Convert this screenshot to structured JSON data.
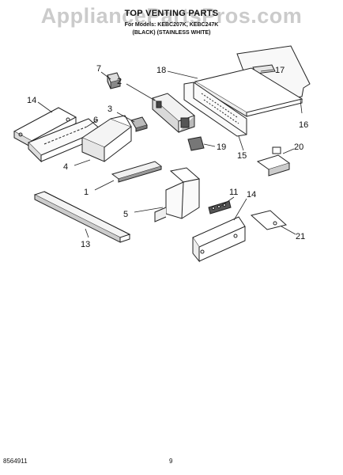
{
  "header": {
    "title": "TOP VENTING PARTS",
    "subtitle_line1": "For Models: KEBC207K, KEBC247K",
    "subtitle_line2": "(BLACK)   (STAINLESS WHITE)"
  },
  "watermark": "AppliancePartsPros.com",
  "footer": {
    "doc_number": "8564911",
    "page_number": "9"
  },
  "callouts": [
    "1",
    "2",
    "3",
    "4",
    "5",
    "6",
    "7",
    "11",
    "13",
    "14",
    "14",
    "15",
    "16",
    "17",
    "18",
    "19",
    "20",
    "21"
  ]
}
